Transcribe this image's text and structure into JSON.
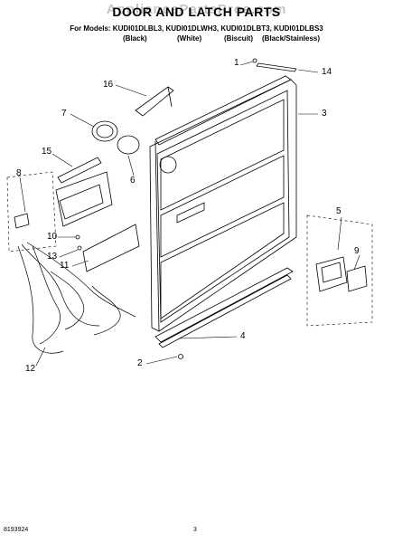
{
  "watermark": "AppliancePartsPros.com",
  "title": "DOOR AND LATCH PARTS",
  "models_line": "For Models: KUDI01DLBL3, KUDI01DLWH3, KUDI01DLBT3, KUDI01DLBS3",
  "colors": [
    "(Black)",
    "(White)",
    "(Biscuit)",
    "(Black/Stainless)"
  ],
  "callouts": [
    "1",
    "14",
    "16",
    "3",
    "7",
    "15",
    "6",
    "8",
    "5",
    "10",
    "13",
    "9",
    "11",
    "12",
    "4",
    "2"
  ],
  "footer": {
    "doc_number": "8193924",
    "page_number": "3"
  }
}
